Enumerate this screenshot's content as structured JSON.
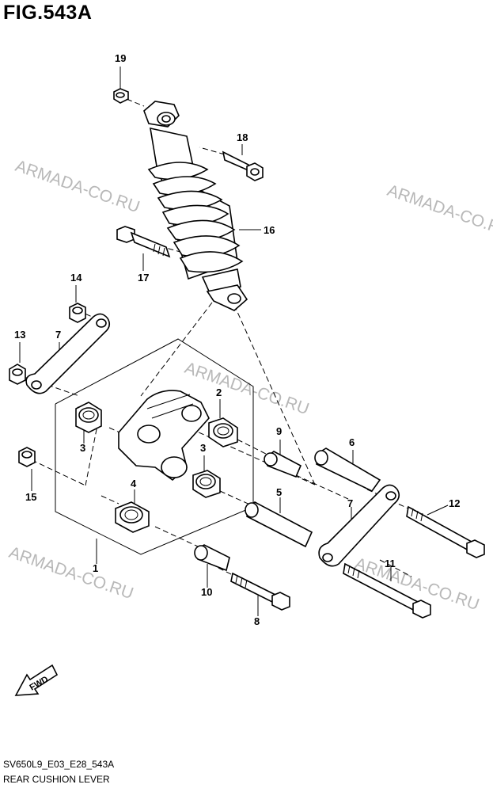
{
  "figure": {
    "title": "FIG.543A",
    "code": "SV650L9_E03_E28_543A",
    "name": "REAR CUSHION LEVER"
  },
  "watermarks": [
    "ARMADA-CO.RU",
    "ARMADA-CO.RU",
    "ARMADA-CO.RU",
    "ARMADA-CO.RU",
    "ARMADA-CO.RU"
  ],
  "callouts": {
    "n1": "1",
    "n2": "2",
    "n3a": "3",
    "n3b": "3",
    "n4": "4",
    "n5": "5",
    "n6": "6",
    "n7a": "7",
    "n7b": "7",
    "n8": "8",
    "n9": "9",
    "n10": "10",
    "n11": "11",
    "n12": "12",
    "n13": "13",
    "n14": "14",
    "n15": "15",
    "n16": "16",
    "n17": "17",
    "n18": "18",
    "n19": "19"
  },
  "fwd_label": "FWD"
}
